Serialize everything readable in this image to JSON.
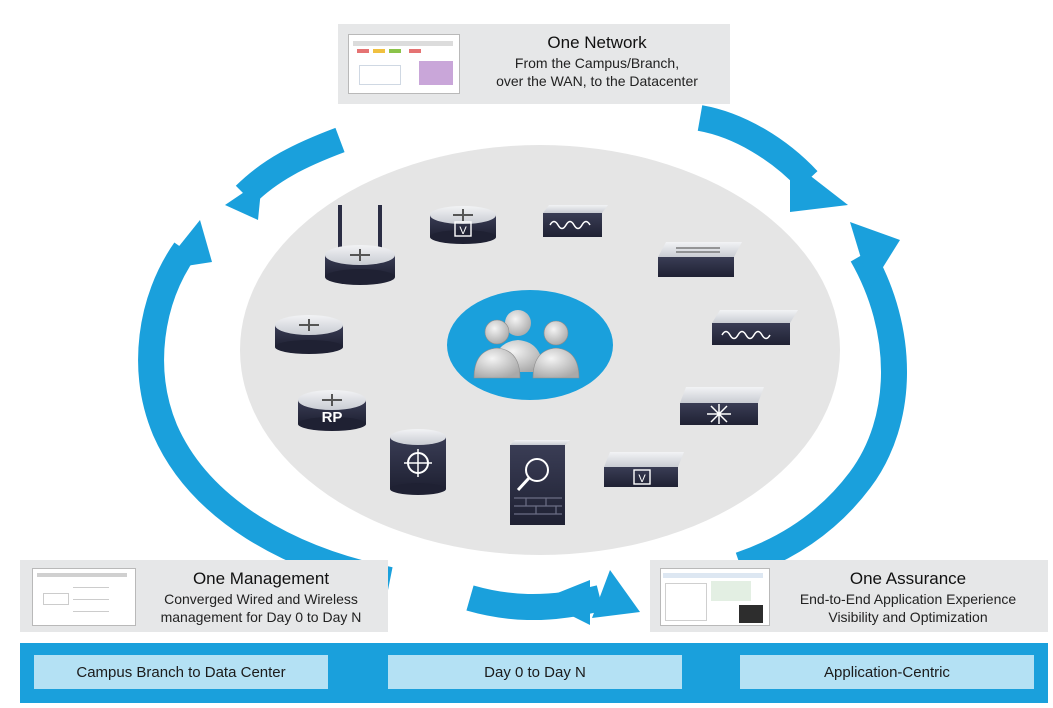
{
  "colors": {
    "arrow_blue": "#1aa0dc",
    "panel_gray": "#e6e7e8",
    "ellipse_gray": "#e5e5e5",
    "center_blue": "#1aa0dc",
    "device_dark": "#2b2d44",
    "bar_blue": "#1aa0dc",
    "bar_item_fill": "#b4e1f4"
  },
  "top_panel": {
    "title": "One Network",
    "line1": "From the Campus/Branch,",
    "line2": "over the WAN, to the Datacenter"
  },
  "left_panel": {
    "title": "One Management",
    "line1": "Converged Wired and Wireless",
    "line2": "management for Day 0 to Day N"
  },
  "right_panel": {
    "title": "One Assurance",
    "line1": "End-to-End Application Experience",
    "line2": "Visibility and Optimization"
  },
  "bottom_bar": {
    "items": [
      "Campus Branch to Data Center",
      "Day 0 to Day N",
      "Application-Centric"
    ]
  },
  "devices": {
    "rp_label": "RP",
    "v_label": "V"
  },
  "icons": [
    "users-icon",
    "wireless-router-icon",
    "router-icon",
    "switch-icon",
    "firewall-icon",
    "layer3-switch-icon"
  ]
}
